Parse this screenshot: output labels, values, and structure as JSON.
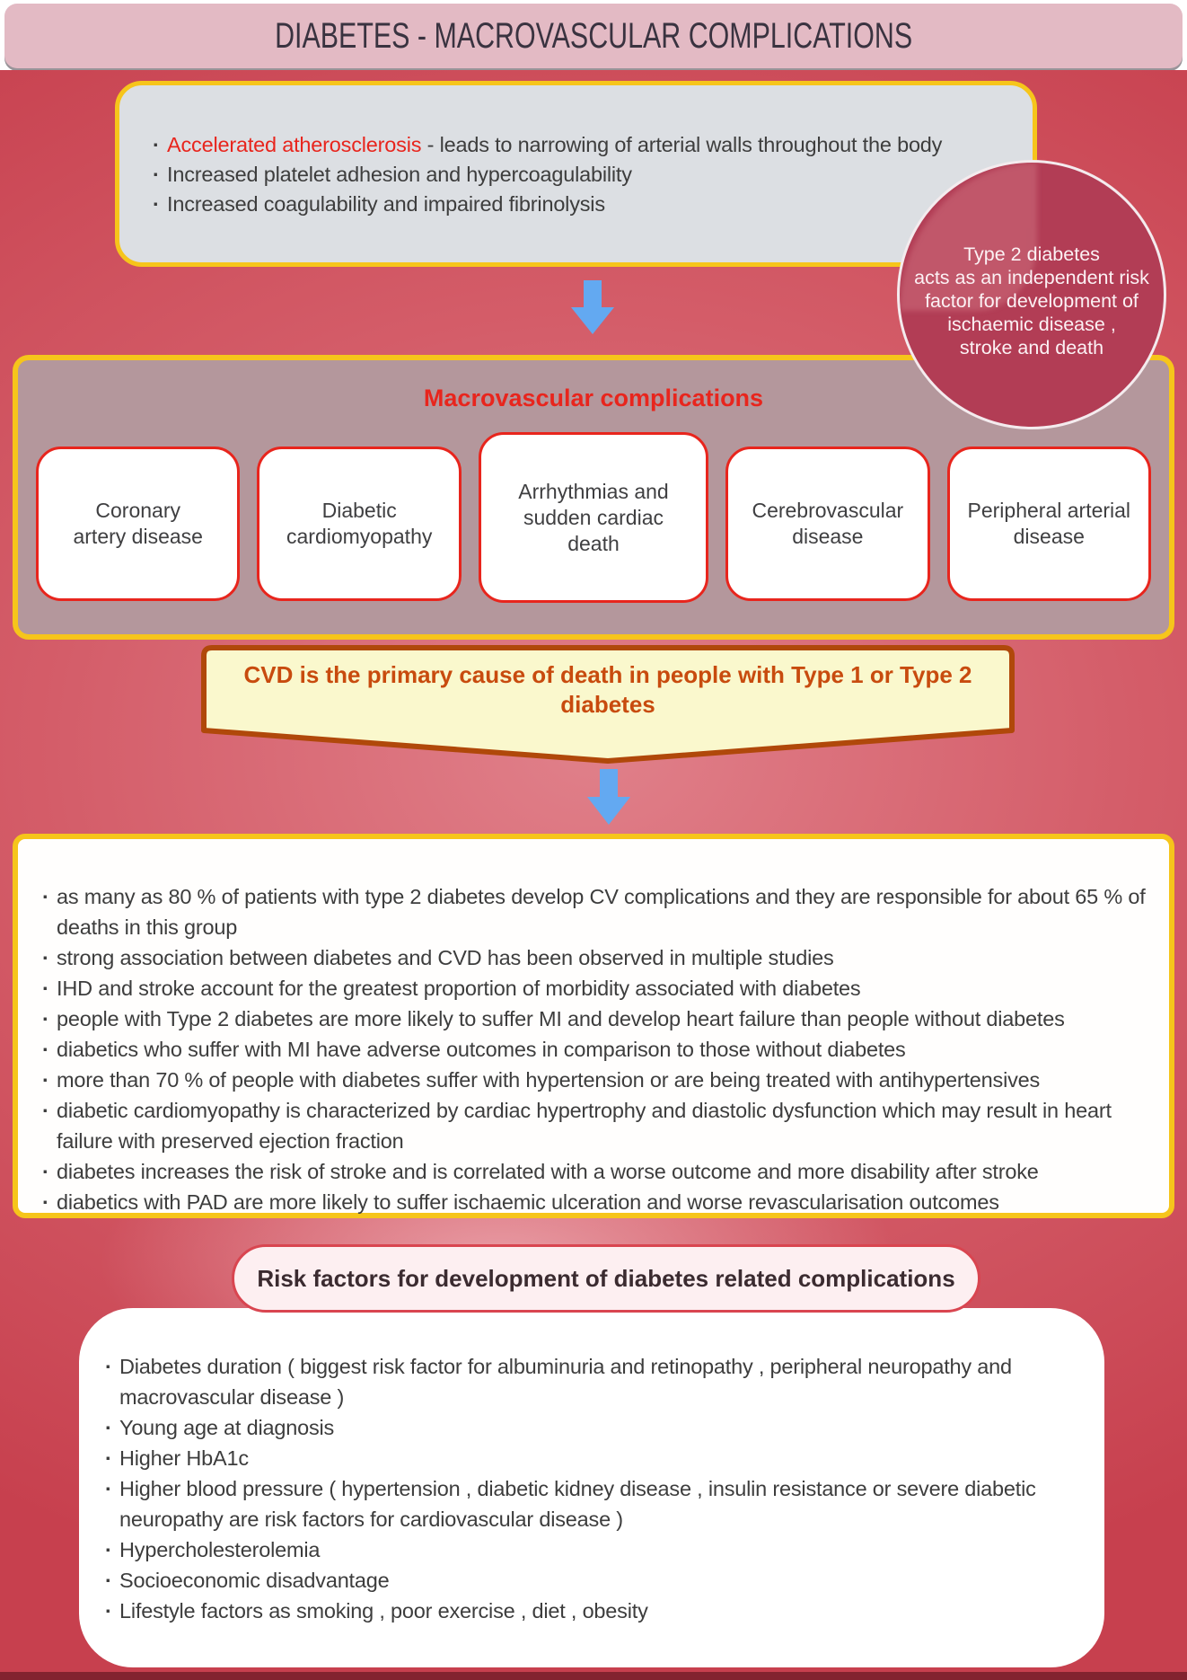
{
  "header": {
    "title": "DIABETES - MACROVASCULAR COMPLICATIONS"
  },
  "intro_box": {
    "bullets": [
      {
        "lead": "Accelerated atherosclerosis",
        "text": " - leads to narrowing of arterial walls throughout the body"
      },
      {
        "lead": "",
        "text": "Increased platelet adhesion and hypercoagulability"
      },
      {
        "lead": "",
        "text": "Increased coagulability and impaired fibrinolysis"
      }
    ]
  },
  "type2_circle": {
    "lines": [
      "Type 2 diabetes",
      "acts as an independent risk",
      "factor for development of",
      "ischaemic disease ,",
      "stroke and death"
    ]
  },
  "macrovascular": {
    "title": "Macrovascular complications",
    "cards": [
      "Coronary artery disease",
      "Diabetic cardiomyopathy",
      "Arrhythmias and sudden cardiac death",
      "Cerebrovascular disease",
      "Peripheral arterial disease"
    ]
  },
  "cvd_banner": {
    "line1": "CVD is the primary cause of death in people with Type 1 or Type 2",
    "line2": "diabetes"
  },
  "facts_box": {
    "bullets": [
      "as many as 80 % of patients with type 2 diabetes develop CV complications and they are responsible for about 65 % of deaths in this group",
      "strong association between diabetes and CVD has been observed in multiple studies",
      "IHD and stroke account for the greatest proportion of morbidity associated with diabetes",
      "people with Type 2 diabetes are more likely to suffer MI and develop heart failure than people without diabetes",
      "diabetics who suffer with MI have adverse outcomes in comparison to those without diabetes",
      "more than 70 % of people with diabetes suffer with hypertension or are being treated with antihypertensives",
      "diabetic cardiomyopathy is characterized by cardiac hypertrophy and diastolic dysfunction which may result in heart failure with preserved ejection fraction",
      "diabetes increases the risk of stroke and is correlated with a worse outcome and more disability after stroke",
      "diabetics with PAD are more likely to suffer ischaemic ulceration and worse revascularisation outcomes"
    ]
  },
  "risk_factors": {
    "title": "Risk factors for development of diabetes related complications",
    "bullets": [
      "Diabetes duration ( biggest risk factor for albuminuria and retinopathy , peripheral neuropathy and macrovascular disease )",
      "Young age at diagnosis",
      "Higher HbA1c",
      "Higher blood pressure ( hypertension , diabetic kidney disease , insulin resistance or severe diabetic neuropathy are risk factors for cardiovascular disease )",
      "Hypercholesterolemia",
      "Socioeconomic disadvantage",
      "Lifestyle factors as smoking , poor exercise , diet , obesity"
    ]
  },
  "icons": {
    "flow_arrow": "down-arrow"
  },
  "colors": {
    "header-bg": "#e3bac4",
    "accent-yellow": "#f6c51b",
    "accent-red": "#e8251d",
    "intro-bg": "#dcdfe3",
    "circle-bg": "#b23d55",
    "mauve-bg": "#b4979c",
    "banner-bg": "#faf8cd",
    "banner-border": "#b0480a",
    "banner-text": "#c84b0e",
    "arrow-blue": "#63a9f1",
    "pill-bg": "#fdeff1",
    "pill-border": "#d94550",
    "text-dark": "#3d3d3d"
  }
}
